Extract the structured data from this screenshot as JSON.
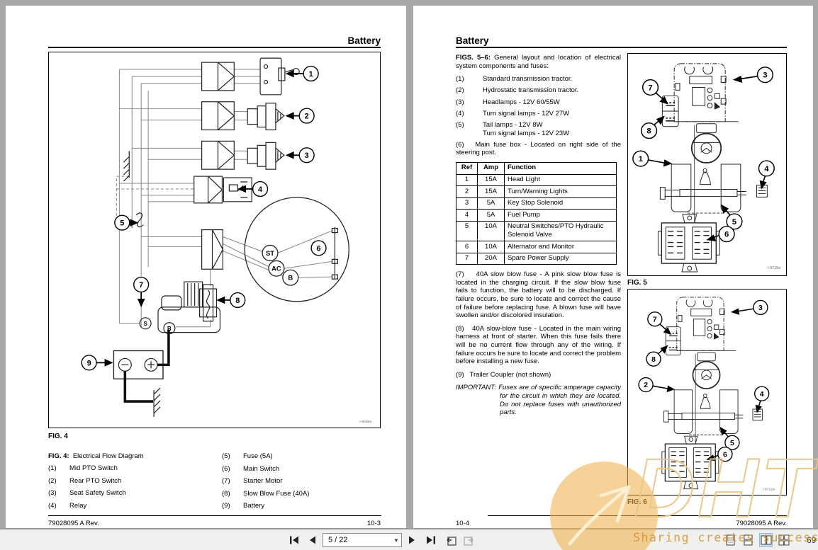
{
  "toolbar": {
    "page_indicator": "5 / 22",
    "zoom_text": "69",
    "first_page": "first page",
    "prev_page": "previous page",
    "next_page": "next page",
    "last_page": "last page"
  },
  "left_page": {
    "header": "Battery",
    "fig_label": "FIG. 4",
    "caption": {
      "bold": "FIG. 4:",
      "text": "Electrical Flow Diagram"
    },
    "legend_left": [
      [
        "(1)",
        "Mid PTO Switch"
      ],
      [
        "(2)",
        "Rear PTO Switch"
      ],
      [
        "(3)",
        "Seat Safety Switch"
      ],
      [
        "(4)",
        "Relay"
      ]
    ],
    "legend_right": [
      [
        "(5)",
        "Fuse (5A)"
      ],
      [
        "(6)",
        "Main Switch"
      ],
      [
        "(7)",
        "Starter Motor"
      ],
      [
        "(8)",
        "Slow Blow Fuse (40A)"
      ],
      [
        "(9)",
        "Battery"
      ]
    ],
    "fig4": {
      "callouts": [
        "1",
        "2",
        "3",
        "4",
        "5",
        "6",
        "7",
        "8",
        "9"
      ],
      "terminals": [
        "ST",
        "AC",
        "B"
      ],
      "code": "I-9038a"
    },
    "footer_left": "79028095 A Rev.",
    "footer_right": "10-3"
  },
  "right_page": {
    "header": "Battery",
    "intro_bold": "FIGS. 5–6:",
    "intro_text": " General layout and location of electrical system components and fuses:",
    "items": [
      {
        "num": "(1)",
        "lines": [
          "Standard transmission tractor."
        ]
      },
      {
        "num": "(2)",
        "lines": [
          "Hydrostatic transmission tractor."
        ]
      },
      {
        "num": "(3)",
        "lines": [
          "Headlamps - 12V 60/55W"
        ]
      },
      {
        "num": "(4)",
        "lines": [
          "Turn signal lamps - 12V 27W"
        ]
      },
      {
        "num": "(5)",
        "lines": [
          "Tail lamps - 12V 8W",
          "Turn signal lamps - 12V 23W"
        ]
      }
    ],
    "item6": "(6)   Main fuse box - Located on right side of the steering post.",
    "fuse_table": {
      "headers": [
        "Ref",
        "Amp",
        "Function"
      ],
      "rows": [
        [
          "1",
          "15A",
          "Head Light"
        ],
        [
          "2",
          "15A",
          "Turn/Warning Lights"
        ],
        [
          "3",
          "5A",
          "Key Stop Solenoid"
        ],
        [
          "4",
          "5A",
          "Fuel Pump"
        ],
        [
          "5",
          "10A",
          "Neutral Switches/PTO Hydraulic Solenoid Valve"
        ],
        [
          "6",
          "10A",
          "Alternator and Monitor"
        ],
        [
          "7",
          "20A",
          "Spare Power Supply"
        ]
      ]
    },
    "p7": "(7)    40A slow blow fuse - A pink slow blow fuse is located in the charging circuit. If the slow blow fuse fails to function, the battery will to be discharged. If failure occurs, be sure to locate and correct the cause of failure before replacing fuse. A blown fuse will have swollen and/or discolored insulation.",
    "p8": "(8)   40A slow-blow fuse - Located in the main wiring harness at front of starter. When this fuse fails there will be no current flow through any of the wiring. If failure occurs be sure to locate and correct the problem before installing a new fuse.",
    "p9": "(9)   Trailer Coupler (not shown)",
    "important_label": "IMPORTANT:",
    "important_text": " Fuses are of specific amperage capacity for the circuit in which they are located. Do not replace fuses with unauthorized parts.",
    "fig5_label": "FIG. 5",
    "fig6_label": "FIG. 6",
    "fig5": {
      "callouts": [
        "3",
        "7",
        "8",
        "1",
        "4",
        "5",
        "6"
      ],
      "code": "I-9719a"
    },
    "fig6": {
      "callouts": [
        "3",
        "7",
        "8",
        "2",
        "4",
        "5",
        "6"
      ],
      "code": "I-9722a"
    },
    "footer_left": "10-4",
    "footer_right": "79028095 A Rev."
  },
  "watermark": {
    "big": "DHT",
    "slogan": "Sharing creates success"
  }
}
